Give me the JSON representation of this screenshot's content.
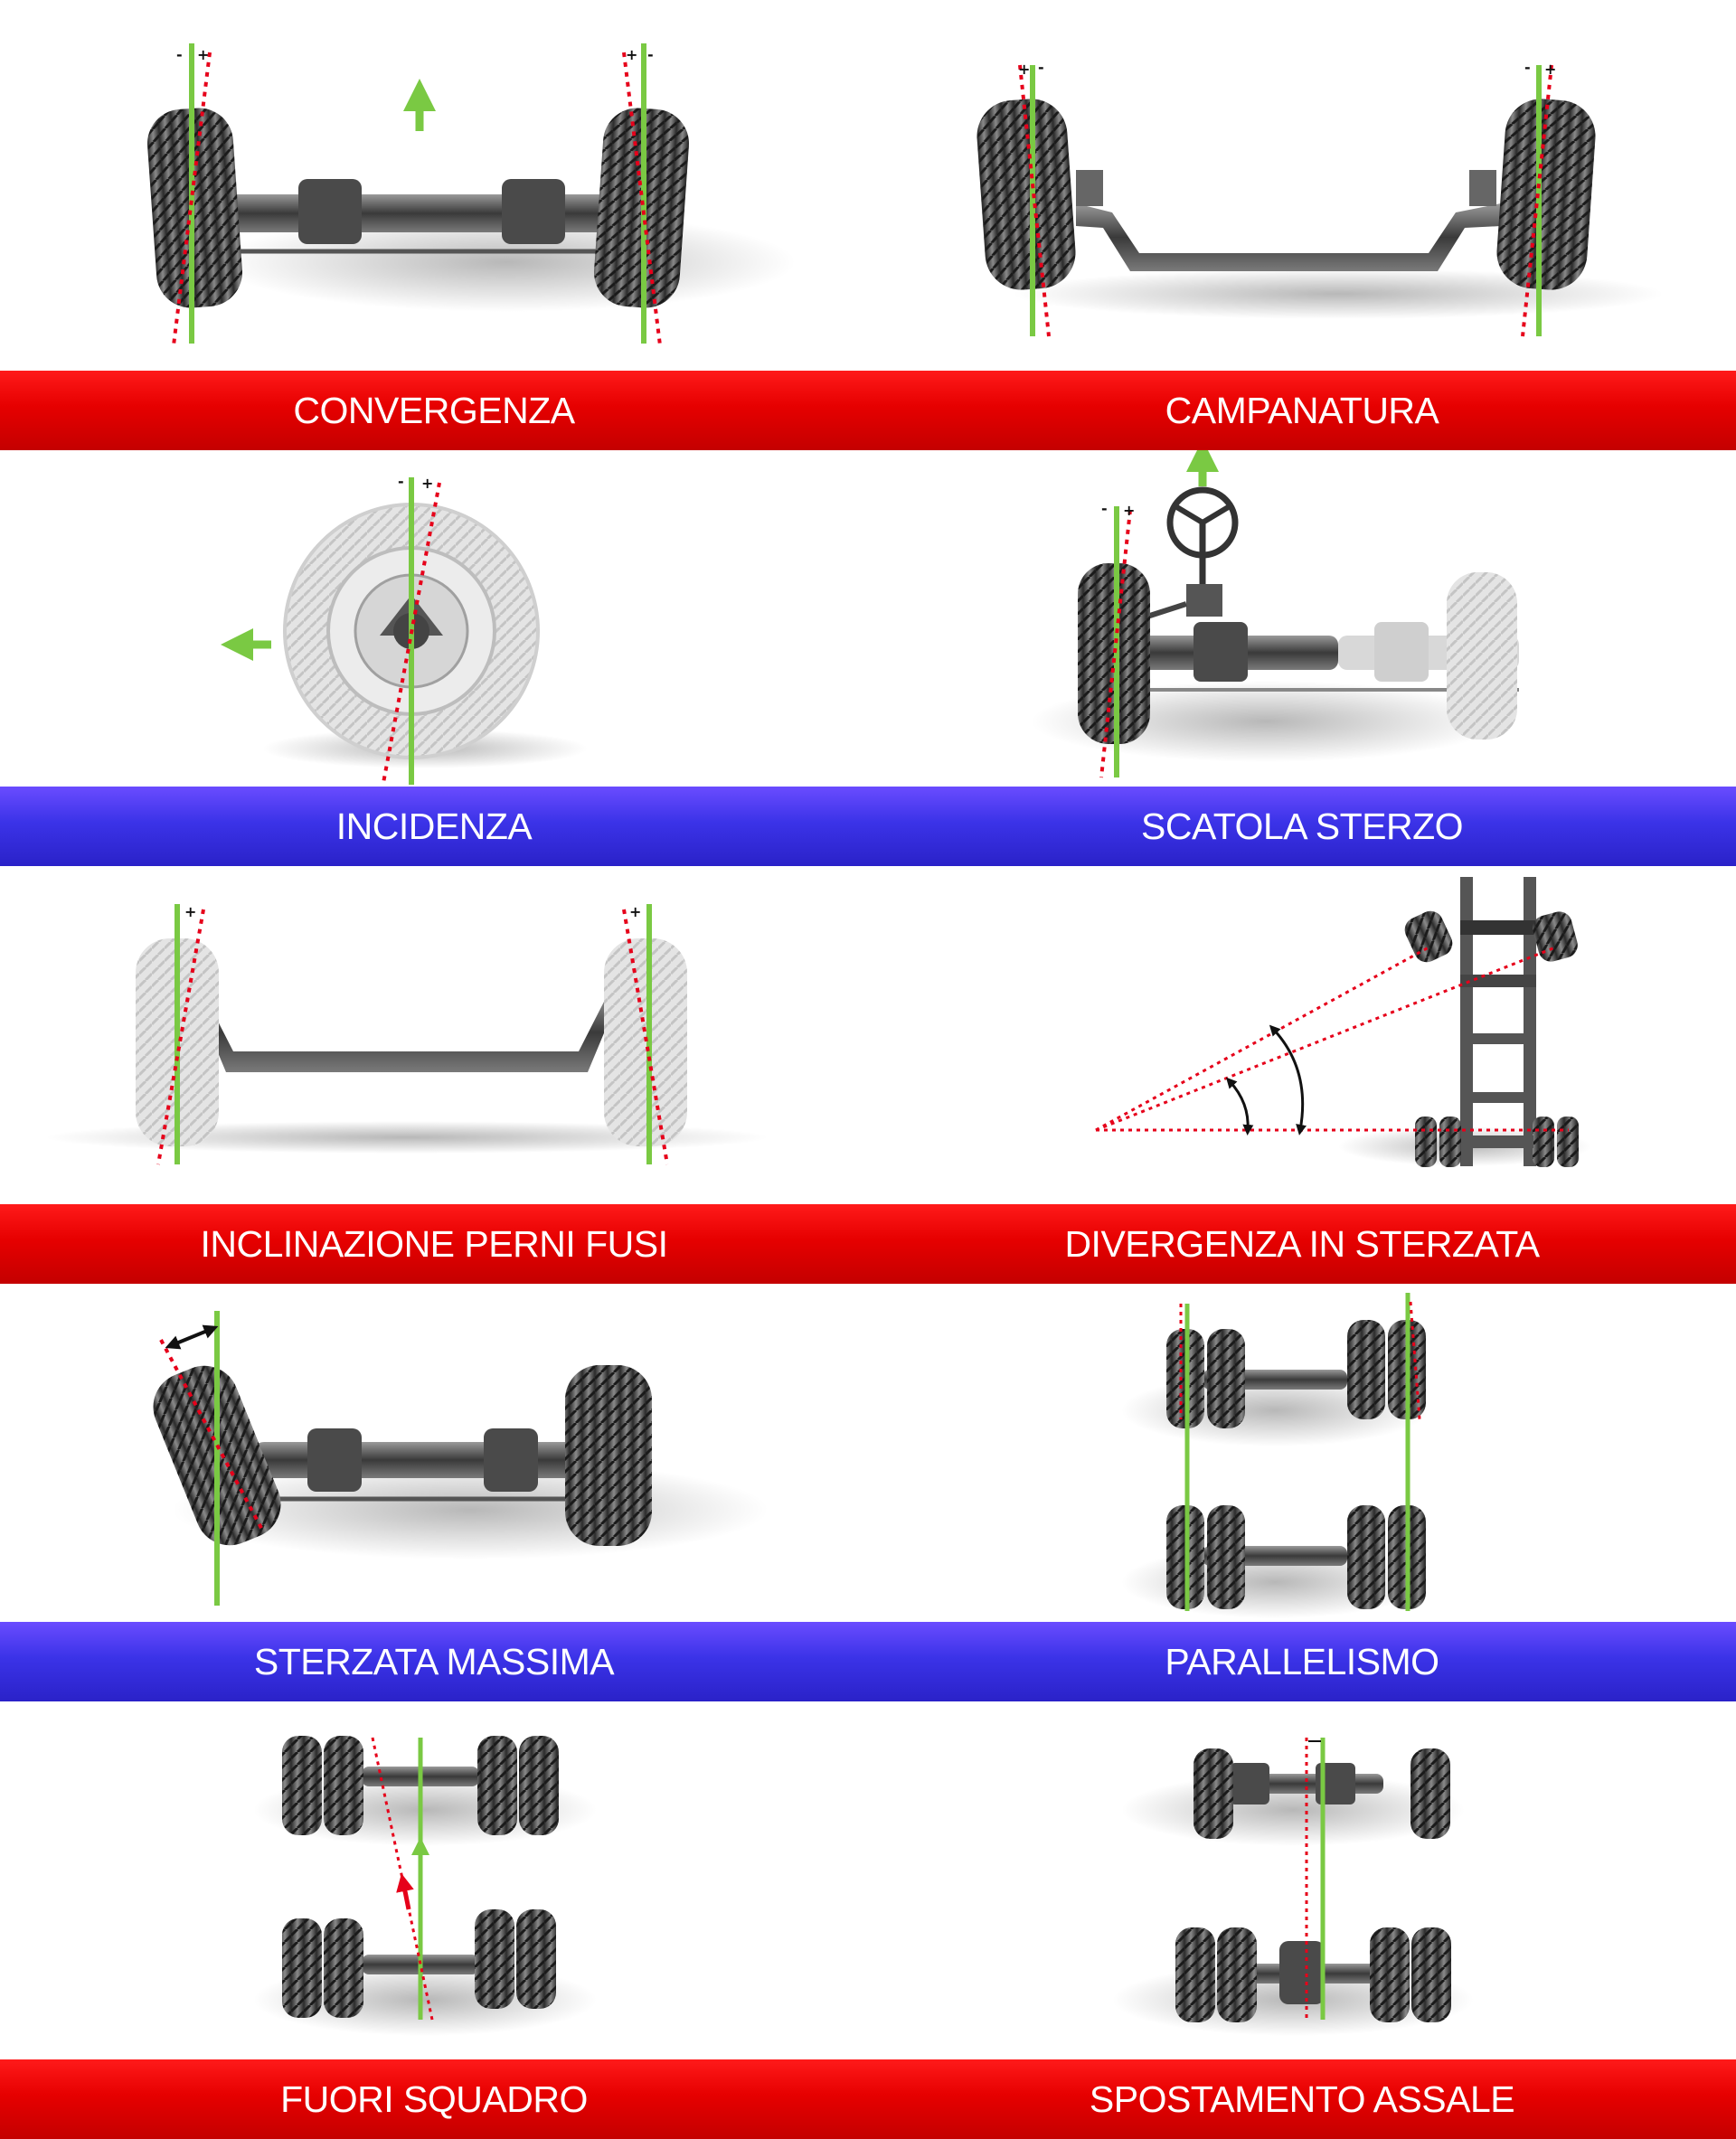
{
  "colors": {
    "red_band": "#e60000",
    "blue_band": "#3b33e8",
    "band_text": "#ffffff",
    "reference_line": "#7ac943",
    "deviation_line": "#e6001a"
  },
  "icons": [
    "tire-icon",
    "axle-icon",
    "steering-wheel-icon",
    "chassis-frame-icon",
    "arrow-up-icon",
    "arrow-left-icon",
    "angle-arc-icon",
    "double-arrow-icon"
  ],
  "bands": [
    {
      "color": "red",
      "left": "CONVERGENZA",
      "right": "CAMPANATURA"
    },
    {
      "color": "blue",
      "left": "INCIDENZA",
      "right": "SCATOLA STERZO"
    },
    {
      "color": "red",
      "left": "INCLINAZIONE PERNI FUSI",
      "right": "DIVERGENZA IN STERZATA"
    },
    {
      "color": "blue",
      "left": "STERZATA MASSIMA",
      "right": "PARALLELISMO"
    },
    {
      "color": "red",
      "left": "FUORI SQUADRO",
      "right": "SPOSTAMENTO ASSALE"
    }
  ],
  "signs": {
    "minus": "-",
    "plus": "+"
  }
}
